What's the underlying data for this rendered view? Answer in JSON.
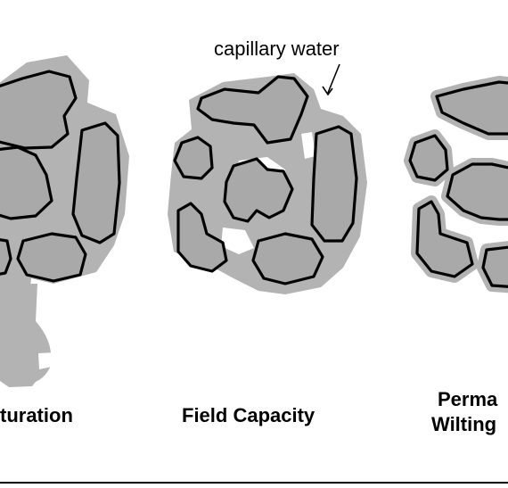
{
  "annotation": {
    "text": "capillary water"
  },
  "panels": [
    {
      "label": "turation",
      "label_line2": ""
    },
    {
      "label": "Field Capacity",
      "label_line2": ""
    },
    {
      "label": "Perma",
      "label_line2": "Wilting"
    }
  ],
  "colors": {
    "water": "#b3b3b3",
    "particle_fill": "#a9a9a9",
    "particle_stroke": "#000000",
    "background": "#ffffff"
  }
}
